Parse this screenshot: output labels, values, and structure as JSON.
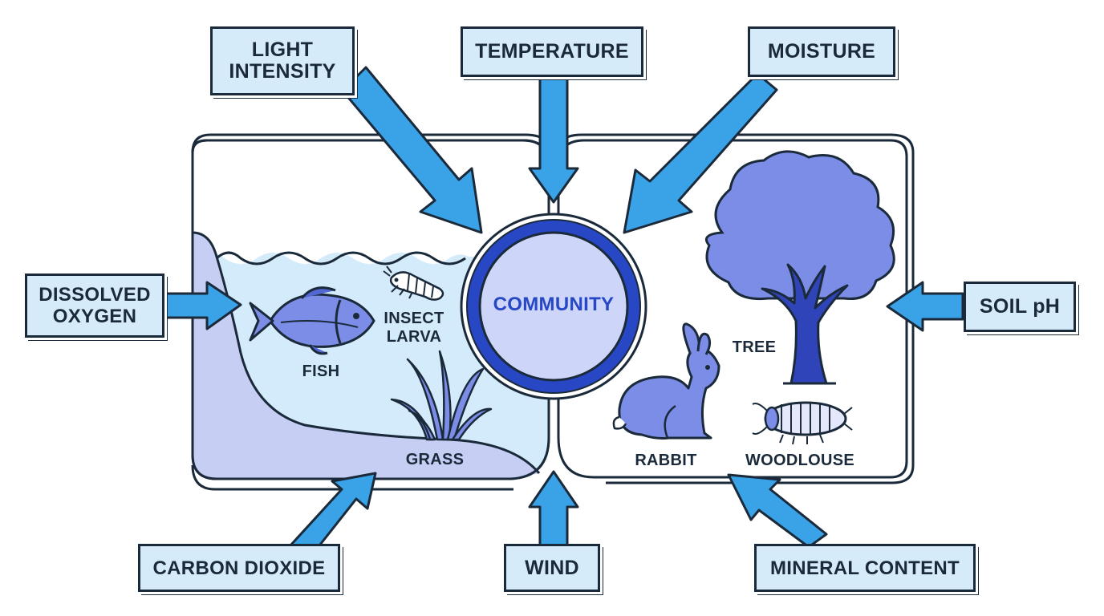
{
  "colors": {
    "arrow": "#3aa2e6",
    "outline": "#1b2a3a",
    "factor_box": "#d6ebfa",
    "water": "#d3ebfb",
    "bank": "#c7cef4",
    "community_ring": "#2747c4",
    "community_fill": "#cdd6f8",
    "organism": "#7b8de6",
    "trunk": "#2f44b8"
  },
  "center": {
    "label": "COMMUNITY"
  },
  "factors": {
    "light_intensity": "LIGHT\nINTENSITY",
    "temperature": "TEMPERATURE",
    "moisture": "MOISTURE",
    "dissolved_oxygen": "DISSOLVED\nOXYGEN",
    "soil_ph": "SOIL pH",
    "carbon_dioxide": "CARBON DIOXIDE",
    "wind": "WIND",
    "mineral_content": "MINERAL CONTENT"
  },
  "organisms": {
    "fish": "FISH",
    "insect_larva": "INSECT\nLARVA",
    "grass": "GRASS",
    "tree": "TREE",
    "rabbit": "RABBIT",
    "woodlouse": "WOODLOUSE"
  }
}
